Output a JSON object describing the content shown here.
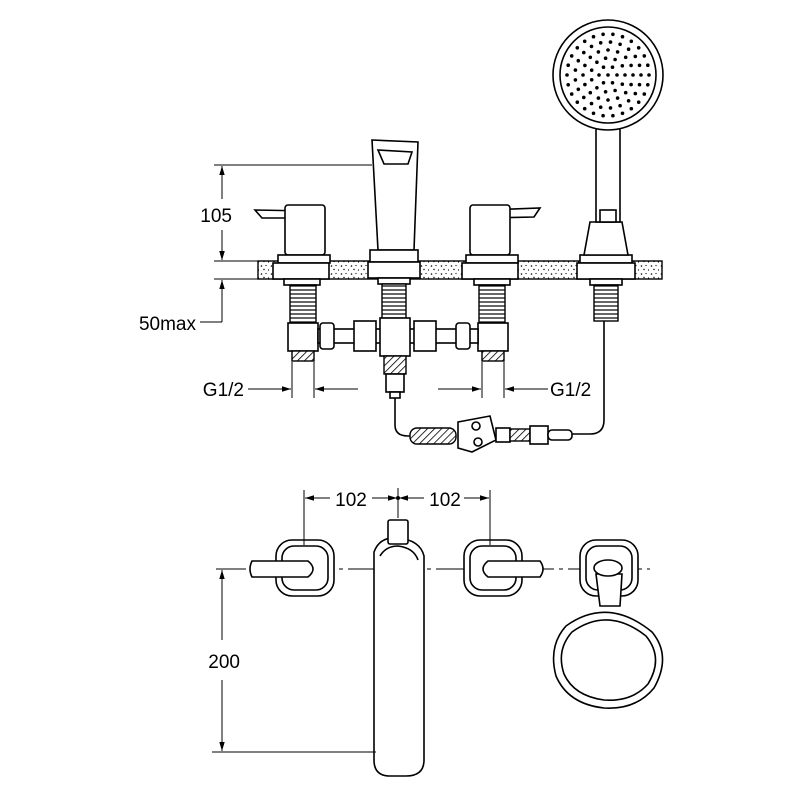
{
  "dimensions": {
    "height_above_deck": "105",
    "deck_thickness": "50max",
    "thread_left": "G1/2",
    "thread_right": "G1/2",
    "spacing_left": "102",
    "spacing_right": "102",
    "depth": "200"
  },
  "colors": {
    "line": "#000000",
    "background": "#ffffff"
  }
}
